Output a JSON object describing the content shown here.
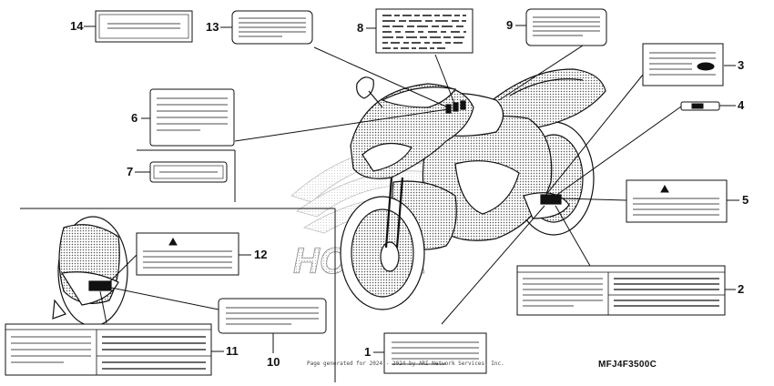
{
  "diagram": {
    "part_code": "MFJ4F3500C",
    "credit_text": "Page generated for 2024 - 2024 by ARI Network Services, Inc.",
    "brand_watermark": "HONDA",
    "callouts": [
      "1",
      "2",
      "3",
      "4",
      "5",
      "6",
      "7",
      "8",
      "9",
      "10",
      "11",
      "12",
      "13",
      "14"
    ]
  }
}
